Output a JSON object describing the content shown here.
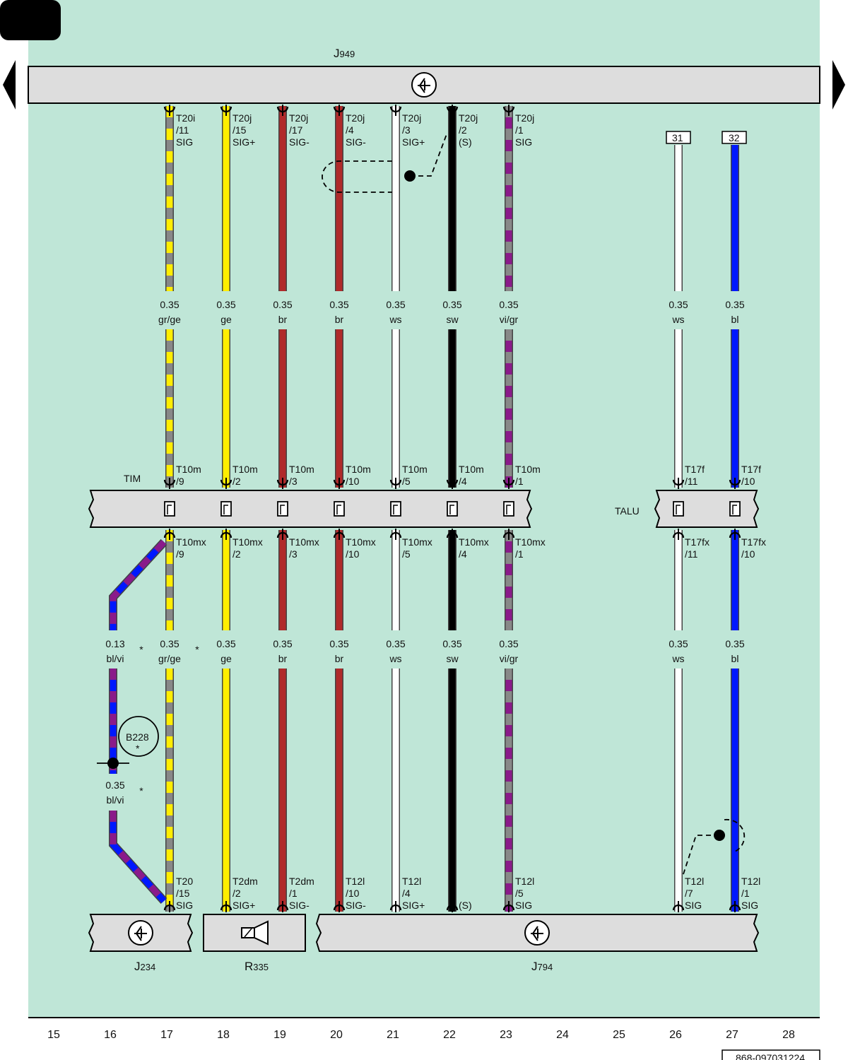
{
  "page": {
    "doc_id": "868-097031224"
  },
  "colors": {
    "background": "#bfe6d7",
    "box_fill": "#dddddd",
    "ws": "#ffffff",
    "ge": "#ffee00",
    "br": "#b02a2a",
    "sw": "#000000",
    "bl": "#0018ff",
    "vi": "#8a1a8a",
    "gr": "#888888"
  },
  "components": {
    "j949": {
      "prefix": "J",
      "sub": "949"
    },
    "tim": {
      "label": "TIM"
    },
    "talu": {
      "label": "TALU"
    },
    "j234": {
      "prefix": "J",
      "sub": "234"
    },
    "r335": {
      "prefix": "R",
      "sub": "335"
    },
    "j794": {
      "prefix": "J",
      "sub": "794"
    },
    "b228": {
      "label": "B228",
      "note": "*"
    }
  },
  "terminals": {
    "t31": "31",
    "t32": "32"
  },
  "wires": [
    {
      "column": 17,
      "top_pin": [
        "T20i",
        "/11",
        "SIG"
      ],
      "upper": {
        "size": "0.35",
        "color": "gr/ge"
      },
      "tim_in": [
        "T10m",
        "/9"
      ],
      "tim_out": [
        "T10mx",
        "/9"
      ],
      "lower": {
        "size": "0.35",
        "color": "gr/ge"
      },
      "bottom_pin": [
        "T20",
        "/15",
        "SIG"
      ]
    },
    {
      "column": 18,
      "top_pin": [
        "T20j",
        "/15",
        "SIG+"
      ],
      "upper": {
        "size": "0.35",
        "color": "ge"
      },
      "tim_in": [
        "T10m",
        "/2"
      ],
      "tim_out": [
        "T10mx",
        "/2"
      ],
      "lower": {
        "size": "0.35",
        "color": "ge"
      },
      "bottom_pin": [
        "T2dm",
        "/2",
        "SIG+"
      ]
    },
    {
      "column": 19,
      "top_pin": [
        "T20j",
        "/17",
        "SIG-"
      ],
      "upper": {
        "size": "0.35",
        "color": "br"
      },
      "tim_in": [
        "T10m",
        "/3"
      ],
      "tim_out": [
        "T10mx",
        "/3"
      ],
      "lower": {
        "size": "0.35",
        "color": "br"
      },
      "bottom_pin": [
        "T2dm",
        "/1",
        "SIG-"
      ]
    },
    {
      "column": 20,
      "top_pin": [
        "T20j",
        "/4",
        "SIG-"
      ],
      "upper": {
        "size": "0.35",
        "color": "br"
      },
      "tim_in": [
        "T10m",
        "/10"
      ],
      "tim_out": [
        "T10mx",
        "/10"
      ],
      "lower": {
        "size": "0.35",
        "color": "br"
      },
      "bottom_pin": [
        "T12l",
        "/10",
        "SIG-"
      ]
    },
    {
      "column": 21,
      "top_pin": [
        "T20j",
        "/3",
        "SIG+"
      ],
      "upper": {
        "size": "0.35",
        "color": "ws"
      },
      "tim_in": [
        "T10m",
        "/5"
      ],
      "tim_out": [
        "T10mx",
        "/5"
      ],
      "lower": {
        "size": "0.35",
        "color": "ws"
      },
      "bottom_pin": [
        "T12l",
        "/4",
        "SIG+"
      ]
    },
    {
      "column": 22,
      "top_pin": [
        "T20j",
        "/2",
        "(S)"
      ],
      "upper": {
        "size": "0.35",
        "color": "sw"
      },
      "tim_in": [
        "T10m",
        "/4"
      ],
      "tim_out": [
        "T10mx",
        "/4"
      ],
      "lower": {
        "size": "0.35",
        "color": "sw"
      },
      "bottom_pin": [
        "",
        "",
        "(S)"
      ]
    },
    {
      "column": 23,
      "top_pin": [
        "T20j",
        "/1",
        "SIG"
      ],
      "upper": {
        "size": "0.35",
        "color": "vi/gr"
      },
      "tim_in": [
        "T10m",
        "/1"
      ],
      "tim_out": [
        "T10mx",
        "/1"
      ],
      "lower": {
        "size": "0.35",
        "color": "vi/gr"
      },
      "bottom_pin": [
        "T12l",
        "/5",
        "SIG"
      ]
    },
    {
      "column": 26,
      "top_pin": [
        "",
        "",
        ""
      ],
      "upper": {
        "size": "0.35",
        "color": "ws"
      },
      "talu_in": [
        "T17f",
        "/11"
      ],
      "talu_out": [
        "T17fx",
        "/11"
      ],
      "lower": {
        "size": "0.35",
        "color": "ws"
      },
      "bottom_pin": [
        "T12l",
        "/7",
        "SIG"
      ]
    },
    {
      "column": 27,
      "top_pin": [
        "",
        "",
        ""
      ],
      "upper": {
        "size": "0.35",
        "color": "bl"
      },
      "talu_in": [
        "T17f",
        "/10"
      ],
      "talu_out": [
        "T17fx",
        "/10"
      ],
      "lower": {
        "size": "0.35",
        "color": "bl"
      },
      "bottom_pin": [
        "T12l",
        "/1",
        "SIG"
      ]
    }
  ],
  "b228_wire": {
    "upper": {
      "size": "0.13",
      "color": "bl/vi"
    },
    "lower": {
      "size": "0.35",
      "color": "bl/vi"
    },
    "markers": [
      "*",
      "*",
      "*"
    ]
  },
  "columns": [
    "15",
    "16",
    "17",
    "18",
    "19",
    "20",
    "21",
    "22",
    "23",
    "24",
    "25",
    "26",
    "27",
    "28"
  ]
}
